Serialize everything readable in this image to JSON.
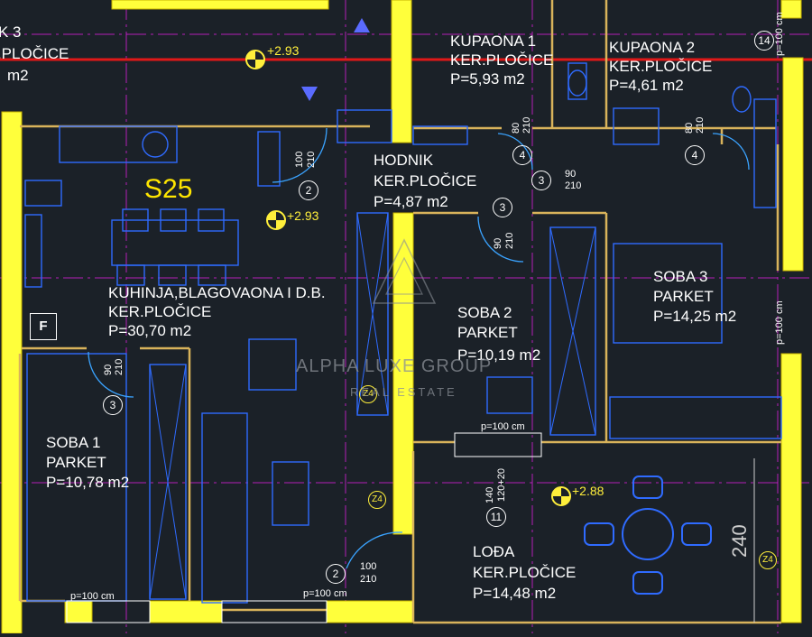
{
  "plan": {
    "unit_title": "S25",
    "rooms": [
      {
        "name": "K 3",
        "line2": "KER.PLOČICE",
        "area": "m2"
      },
      {
        "name": "KUPAONA 1",
        "line2": "KER.PLOČICE",
        "area": "P=5,93 m2"
      },
      {
        "name": "KUPAONA 2",
        "line2": "KER.PLOČICE",
        "area": "P=4,61 m2"
      },
      {
        "name": "HODNIK",
        "line2": "KER.PLOČICE",
        "area": "P=4,87 m2"
      },
      {
        "name": "KUHINJA,BLAGOVAONA I D.B.",
        "line2": "KER.PLOČICE",
        "area": "P=30,70 m2"
      },
      {
        "name": "SOBA 3",
        "line2": "PARKET",
        "area": "P=14,25 m2"
      },
      {
        "name": "SOBA 2",
        "line2": "PARKET",
        "area": "P=10,19 m2"
      },
      {
        "name": "SOBA 1",
        "line2": "PARKET",
        "area": "P=10,78 m2"
      },
      {
        "name": "LOĐA",
        "line2": "KER.PLOČICE",
        "area": "P=14,48 m2"
      }
    ],
    "elevations": [
      "+2.93",
      "+2.93",
      "+2.88"
    ],
    "doors": [
      {
        "tag": "2",
        "w": "100",
        "h": "210"
      },
      {
        "tag": "4",
        "w": "80",
        "h": "210"
      },
      {
        "tag": "4",
        "w": "80",
        "h": "210"
      },
      {
        "tag": "3",
        "w": "90",
        "h": "210"
      },
      {
        "tag": "3",
        "w": "90",
        "h": "210"
      },
      {
        "tag": "3",
        "w": "90",
        "h": "210"
      },
      {
        "tag": "2",
        "w": "100",
        "h": "210"
      }
    ],
    "window_tags": [
      "14",
      "11"
    ],
    "window_sill_note": "140",
    "window_height_note": "120+20",
    "wall_zone_tags": [
      "Z4",
      "Z4",
      "Z4"
    ],
    "sill_labels": [
      "p=100 cm",
      "p=100 cm",
      "p=100 cm",
      "p=100 cm",
      "p=100 cm"
    ],
    "fridge_label": "F",
    "dimension": "240",
    "watermark": {
      "brand": "ALPHA LUXE GROUP",
      "sub": "REAL ESTATE"
    },
    "colors": {
      "background": "#1b2128",
      "wall_fill": "#ffff3b",
      "wall_edge": "#c8b400",
      "furniture": "#2f6bff",
      "partition": "#d9b35b",
      "grid_axis": "#e61ee6",
      "section_line": "#e01818",
      "label": "#ffffff",
      "title": "#ffe600"
    }
  }
}
